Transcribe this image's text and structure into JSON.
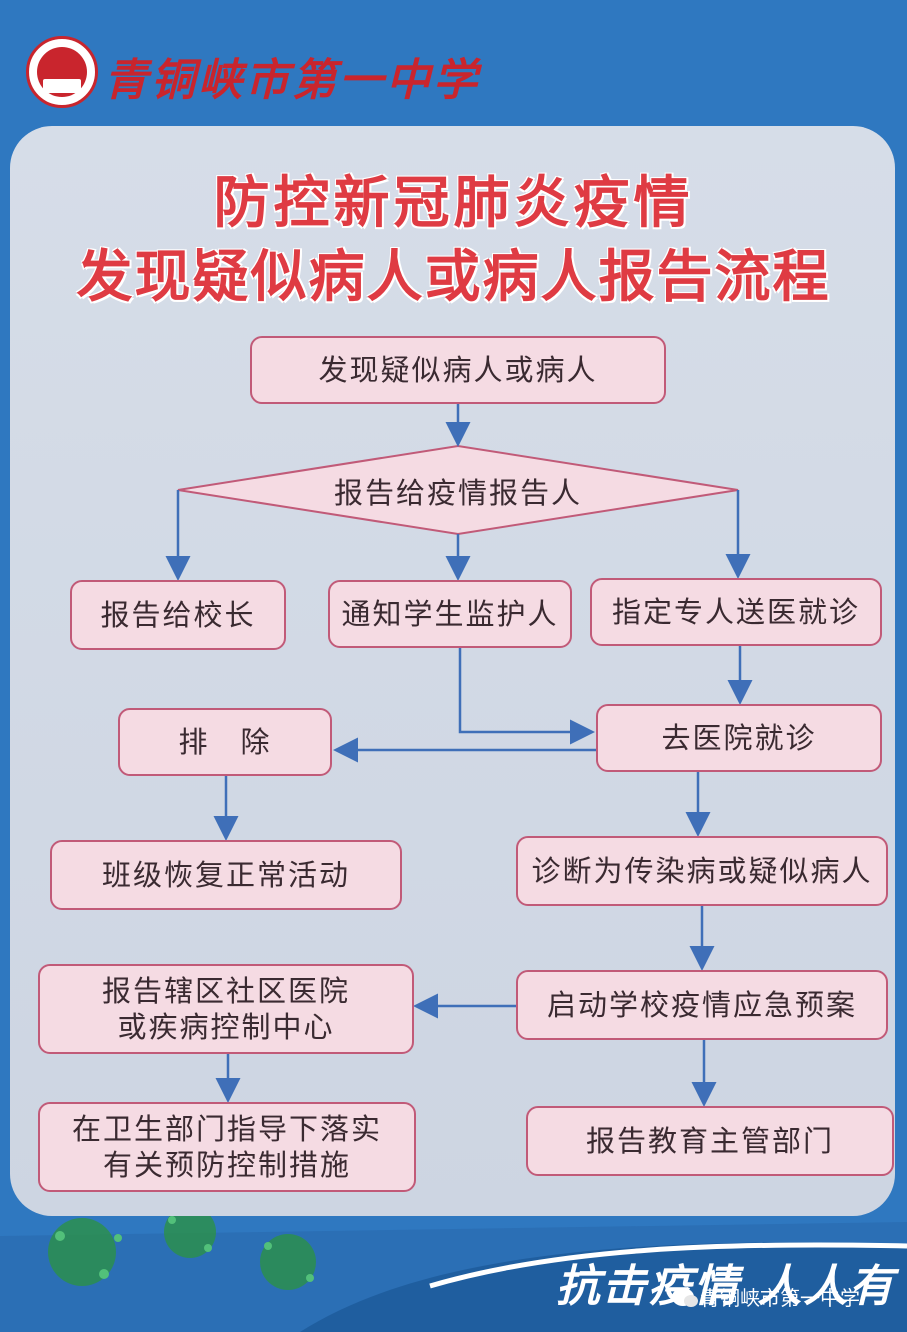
{
  "header": {
    "school_name": "青铜峡市第一中学"
  },
  "title": {
    "line1": "防控新冠肺炎疫情",
    "line2": "发现疑似病人或病人报告流程"
  },
  "flow": {
    "start": "发现疑似病人或病人",
    "decision": "报告给疫情报告人",
    "principal": "报告给校长",
    "guardian": "通知学生监护人",
    "escort": "指定专人送医就诊",
    "exclude": "排　除",
    "hospital": "去医院就诊",
    "resume": "班级恢复正常活动",
    "diagnosed": "诊断为传染病或疑似病人",
    "report_cdc_line1": "报告辖区社区医院",
    "report_cdc_line2": "或疾病控制中心",
    "emergency": "启动学校疫情应急预案",
    "measures_line1": "在卫生部门指导下落实",
    "measures_line2": "有关预防控制措施",
    "edu_dept": "报告教育主管部门"
  },
  "footer": {
    "slogan": "抗击疫情 人人有",
    "watermark": "青铜峡市第一中学"
  },
  "colors": {
    "blue": "#2f78c0",
    "title_red": "#df3b43",
    "box_fill": "#f5dbe3",
    "box_border": "#c15a78",
    "arrow": "#3f6fb8"
  }
}
